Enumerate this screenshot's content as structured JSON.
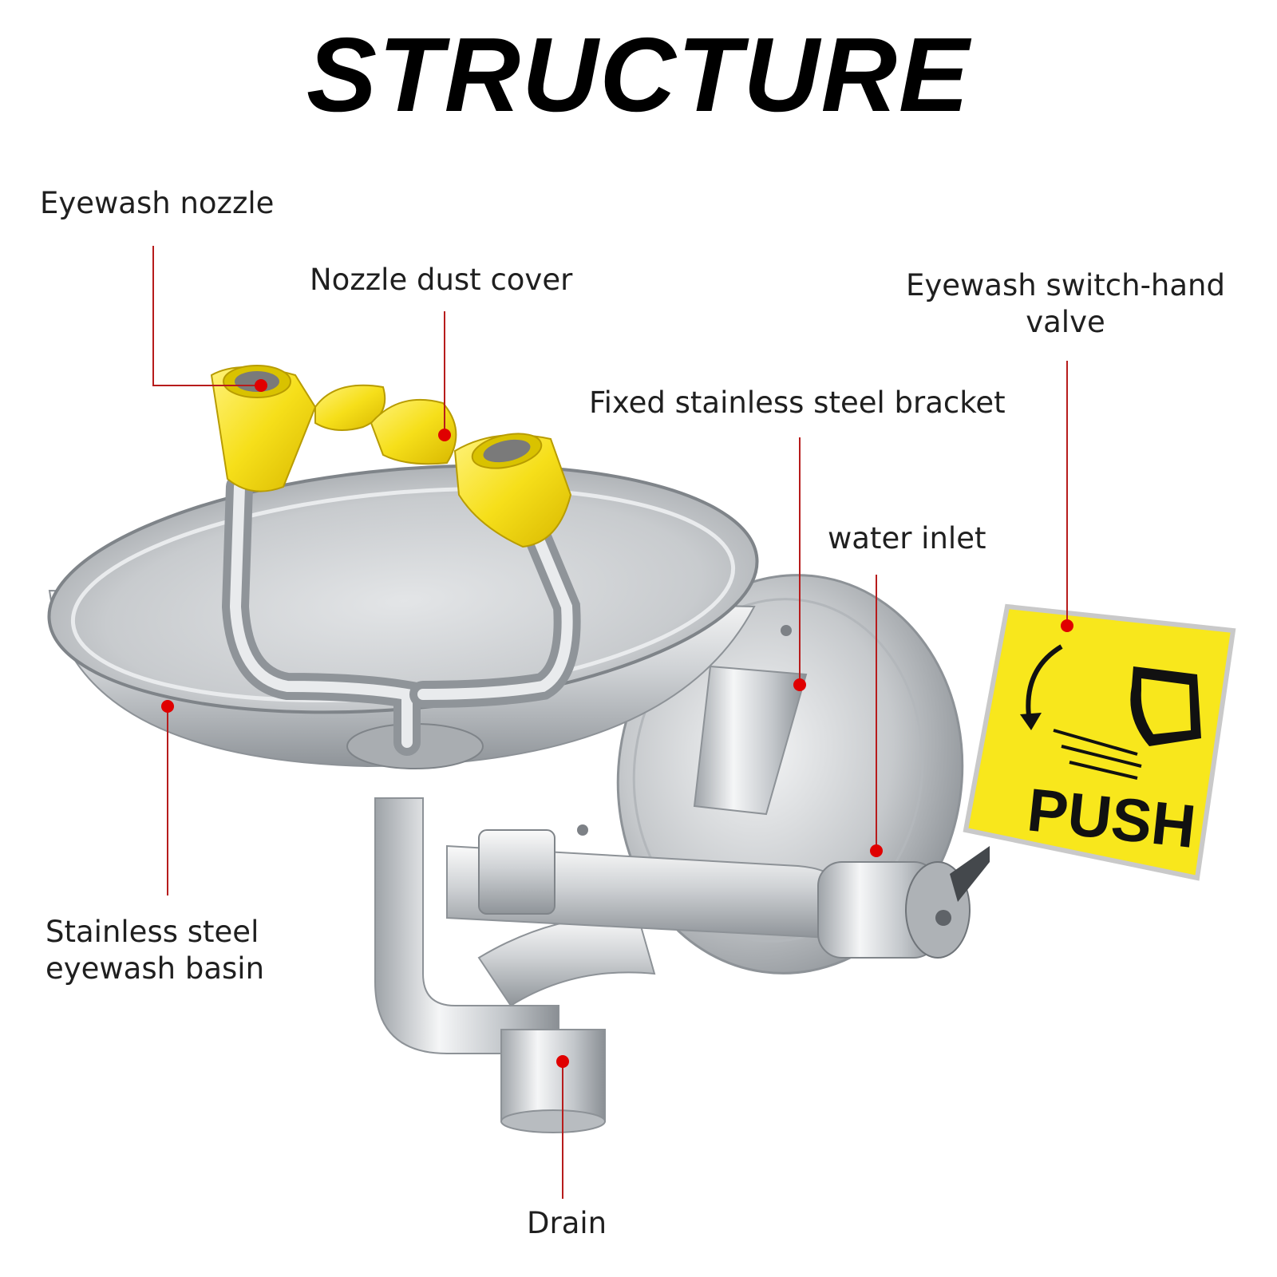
{
  "title": "STRUCTURE",
  "labels": {
    "eyewash_nozzle": "Eyewash nozzle",
    "nozzle_dust_cover": "Nozzle dust cover",
    "switch_hand_valve_line1": "Eyewash switch-hand",
    "switch_hand_valve_line2": "valve",
    "fixed_bracket": "Fixed stainless steel bracket",
    "water_inlet": "water inlet",
    "basin_line1": "Stainless steel",
    "basin_line2": "eyewash basin",
    "drain": "Drain"
  },
  "push_sign": {
    "text": "PUSH"
  },
  "colors": {
    "leader": "#b71c1c",
    "dot": "#e00000",
    "nozzle_yellow": "#f6df1a",
    "sign_yellow": "#f8e71c",
    "steel_light": "#f2f3f4",
    "steel_mid": "#c9ccd0",
    "steel_dark": "#8d9297"
  }
}
